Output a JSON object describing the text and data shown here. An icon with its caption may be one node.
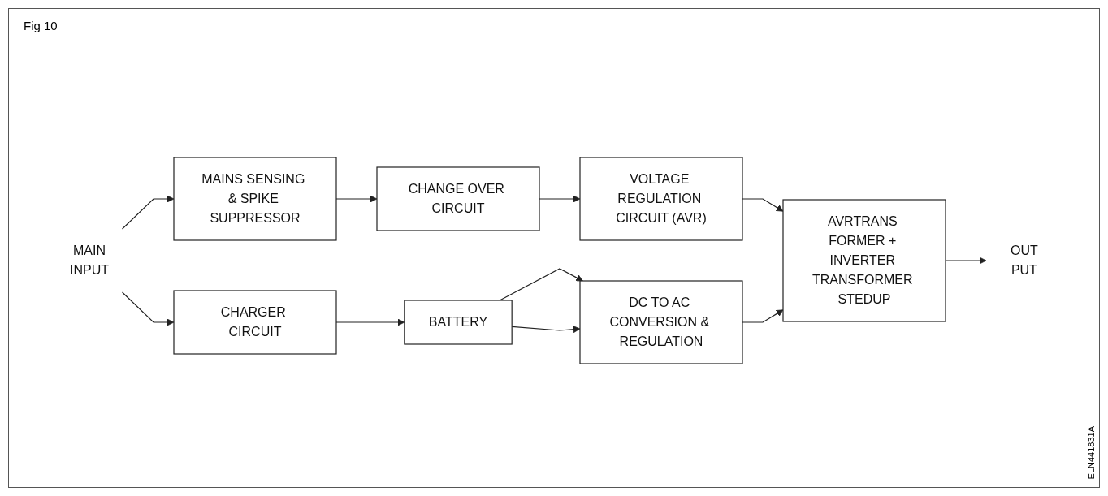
{
  "diagram": {
    "title": "Fig 10",
    "nodes": [
      {
        "text": [
          "MAIN",
          "INPUT"
        ]
      },
      {
        "text": [
          "MAINS SENSING & SPIKE SUPPRESSOR"
        ]
      },
      {
        "text": [
          "CHANGE OVER CIRCUIT"
        ]
      },
      {
        "text": [
          "VOLTAGE REGULATION CIRCUIT (AVR)"
        ]
      },
      {
        "text": [
          "AVRTRANS FORMER + INVERTER TRANSFORMER STEDUP"
        ]
      },
      {
        "text": [
          "OUT",
          "PUT"
        ]
      },
      {
        "text": [
          "CHARGER CIRCUIT"
        ]
      },
      {
        "text": [
          "BATTERY"
        ]
      },
      {
        "text": [
          "DC TO AC CONVERSION & REGULATION"
        ]
      }
    ],
    "edges": [
      {
        "from": 0,
        "to": 1,
        "arrow": "to"
      },
      {
        "from": 1,
        "to": 2,
        "arrow": "to"
      },
      {
        "from": 2,
        "to": 3,
        "arrow": "to"
      },
      {
        "from": 3,
        "to": 4,
        "arrow": "to"
      },
      {
        "from": 4,
        "to": 5,
        "arrow": "to"
      },
      {
        "from": 0,
        "to": 6,
        "arrow": "to"
      },
      {
        "from": 6,
        "to": 7,
        "arrow": "to"
      },
      {
        "from": 7,
        "to": 8,
        "arrow": "to"
      },
      {
        "from": 7,
        "to": 8,
        "arrow": "to"
      },
      {
        "from": 8,
        "to": 4,
        "arrow": "to"
      }
    ],
    "labels": [
      "ELN441831A"
    ]
  }
}
